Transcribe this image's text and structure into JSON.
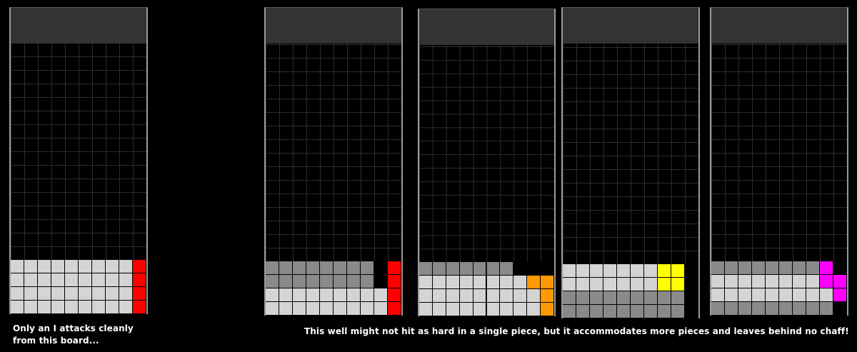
{
  "colors": {
    "garbage_light": "#d4d4d4",
    "garbage_dark": "#8a8a8a",
    "red": "#ff0000",
    "orange": "#ff9900",
    "yellow": "#ffff00",
    "magenta": "#ff00ff",
    "header": "#333333",
    "background": "#000000"
  },
  "captions": {
    "left": "Only an I attacks cleanly\nfrom this board...",
    "right": "This well might not hit as hard in a single piece, but it accommodates more pieces and leaves behind no chaff!"
  },
  "boards": [
    {
      "name": "board-1",
      "columns": 10,
      "rows_from_bottom": [
        "LLLLLLLLLR",
        "LLLLLLLLLR",
        "LLLLLLLLLR",
        "LLLLLLLLLR"
      ]
    },
    {
      "name": "board-2",
      "columns": 10,
      "rows_from_bottom": [
        "LLLLLLLLLR",
        "LLLLLLLLLR",
        "DDDDDDDD.R",
        "DDDDDDDD.R"
      ]
    },
    {
      "name": "board-3",
      "columns": 10,
      "rows_from_bottom": [
        "LLLLLLLLLO",
        "LLLLLLLLLO",
        "LLLLLLLLOO",
        "DDDDDDD..."
      ]
    },
    {
      "name": "board-4",
      "columns": 10,
      "rows_from_bottom": [
        "DDDDDDDDD.",
        "DDDDDDDDD.",
        "LLLLLLLYY.",
        "LLLLLLLYY."
      ]
    },
    {
      "name": "board-5",
      "columns": 10,
      "rows_from_bottom": [
        "DDDDDDDDD.",
        "LLLLLLLLLM",
        "LLLLLLLLMM",
        "DDDDDDDDM."
      ]
    }
  ]
}
